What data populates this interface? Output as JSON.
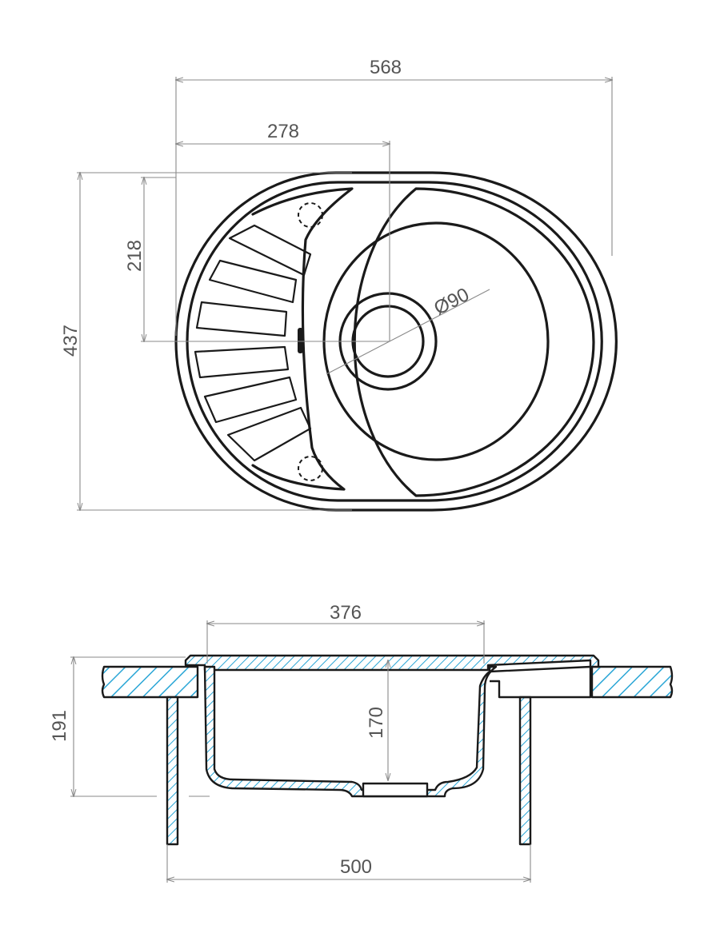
{
  "dimensions": {
    "top_width": "568",
    "drain_offset_x": "278",
    "drain_offset_y": "218",
    "top_height": "437",
    "drain_diameter": "Ø90",
    "bowl_width": "376",
    "bowl_depth": "170",
    "total_depth": "191",
    "cabinet_width": "500"
  },
  "colors": {
    "line": "#1a1a1a",
    "dimension": "#8a8a8a",
    "hatch": "#2aa6d6"
  }
}
